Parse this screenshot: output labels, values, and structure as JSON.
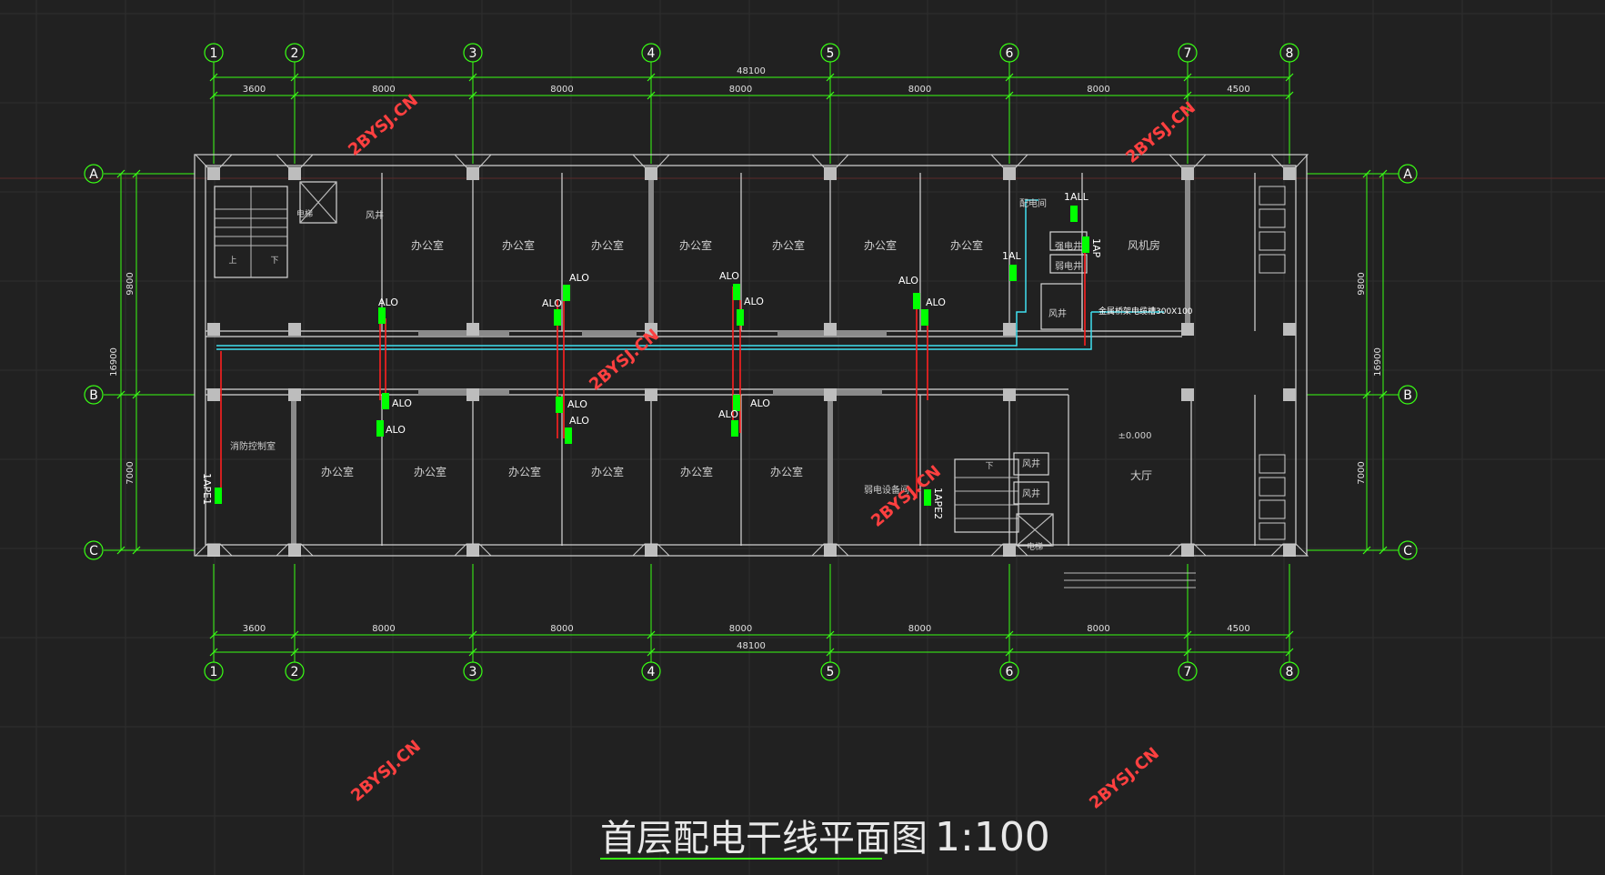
{
  "drawing": {
    "title": "首层配电干线平面图",
    "scale": "1:100",
    "watermark": "2BYSJ.CN"
  },
  "axes": {
    "columns": [
      "1",
      "2",
      "3",
      "4",
      "5",
      "6",
      "7",
      "8"
    ],
    "rows": [
      "A",
      "B",
      "C"
    ],
    "top_dims": [
      "3600",
      "8000",
      "8000",
      "8000",
      "8000",
      "8000",
      "4500"
    ],
    "bottom_dims": [
      "3600",
      "8000",
      "8000",
      "8000",
      "8000",
      "8000",
      "4500"
    ],
    "total_width": "48100",
    "left_dims": [
      "9800",
      "7000"
    ],
    "left_total": "16900",
    "right_dims": [
      "9800",
      "7000"
    ],
    "right_total": "16900"
  },
  "rooms": {
    "top_offices": [
      "办公室",
      "办公室",
      "办公室",
      "办公室",
      "办公室",
      "办公室",
      "办公室"
    ],
    "bottom_offices": [
      "办公室",
      "办公室",
      "办公室",
      "办公室",
      "办公室",
      "办公室"
    ],
    "fire_control": "消防控制室",
    "fan_room": "风机房",
    "power_room": "配电间",
    "strong_well": "强电井",
    "weak_well": "弱电井",
    "air_shaft": "风井",
    "elevator": "电梯",
    "lobby": "大厅",
    "elevator_equip": "弱电设备间",
    "stair_up": "上",
    "stair_down": "下",
    "elevation": "±0.000"
  },
  "labels": {
    "alo": "ALO",
    "al1": "1AL",
    "all1": "1ALL",
    "ap1": "1AP",
    "ape1": "1APE1",
    "ape2": "1APE2",
    "tray": "金属桥架电缆槽300X100"
  },
  "colors": {
    "background": "#212121",
    "axis_green": "#39ff14",
    "wall": "#d8d8d8",
    "panel_green": "#00ff00",
    "cable_red": "#ff2020",
    "tray_cyan": "#40e0f0",
    "watermark": "#ff4040"
  }
}
